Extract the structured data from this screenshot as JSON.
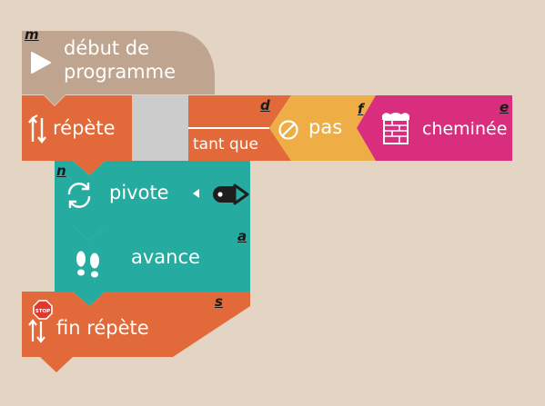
{
  "colors": {
    "background": "#e3d4c3",
    "start_block": "#bfa58f",
    "loop_block": "#e26a3a",
    "action_block": "#26aba0",
    "negation_block": "#eeae45",
    "sensor_block": "#d92e7d",
    "empty_slot": "#cccccc"
  },
  "blocks": {
    "start": {
      "shortcut": "m",
      "label_line1": "début de",
      "label_line2": "programme",
      "icon": "play-icon"
    },
    "repeat": {
      "shortcut": "d",
      "label": "répète",
      "condition_label": "tant que",
      "icon": "loop-arrows-icon"
    },
    "negation": {
      "shortcut": "f",
      "label": "pas",
      "icon": "forbidden-icon"
    },
    "sensor": {
      "shortcut": "e",
      "label": "cheminée",
      "icon": "chimney-icon"
    },
    "turn": {
      "shortcut": "n",
      "label": "pivote",
      "icon": "rotate-icon",
      "direction_icon": "left-arrow-icon",
      "robot_icon": "robot-icon"
    },
    "forward": {
      "shortcut": "a",
      "label": "avance",
      "icon": "footprints-icon"
    },
    "end_repeat": {
      "shortcut": "s",
      "label": "fin répète",
      "icon": "stop-loop-icon"
    }
  }
}
